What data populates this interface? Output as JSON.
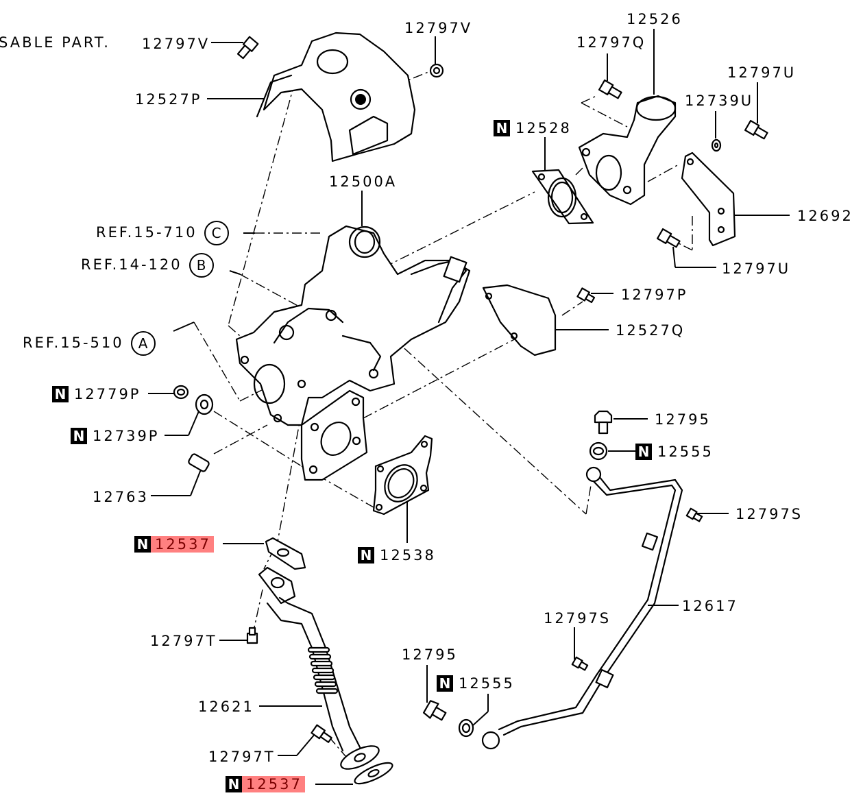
{
  "diagram": {
    "title_fragment": "SABLE PART.",
    "highlight_color": "#ff8080",
    "highlight_text_color": "#7a0000",
    "new_part_badge": "N",
    "refs": [
      {
        "text": "REF.15-710",
        "circle": "C"
      },
      {
        "text": "REF.14-120",
        "circle": "B"
      },
      {
        "text": "REF.15-510",
        "circle": "A"
      }
    ],
    "labels": {
      "p12797V_left": "12797V",
      "p12797V_top": "12797V",
      "p12527P": "12527P",
      "p12500A": "12500A",
      "p12526": "12526",
      "p12797Q": "12797Q",
      "p12797U_top": "12797U",
      "p12739U": "12739U",
      "p12528": "12528",
      "p12692": "12692",
      "p12797U_bottom": "12797U",
      "p12797P": "12797P",
      "p12527Q": "12527Q",
      "p12779P": "12779P",
      "p12739P": "12739P",
      "p12763": "12763",
      "p12795_right": "12795",
      "p12555_right": "12555",
      "p12797S_right": "12797S",
      "p12537_upper": "12537",
      "p12538": "12538",
      "p12617": "12617",
      "p12797S_mid": "12797S",
      "p12797T_upper": "12797T",
      "p12795_lower": "12795",
      "p12555_lower": "12555",
      "p12621": "12621",
      "p12797T_lower": "12797T",
      "p12537_lower": "12537"
    },
    "highlighted_parts": [
      "12537"
    ]
  }
}
